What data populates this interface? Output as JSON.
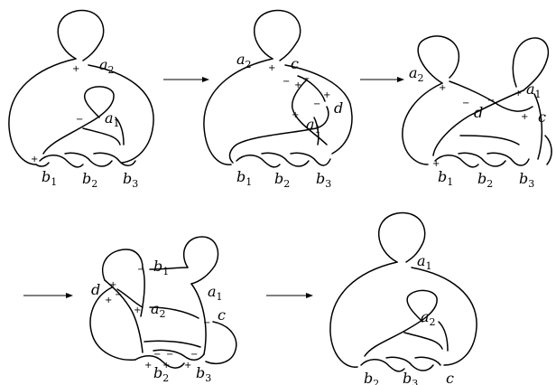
{
  "panels": [
    {
      "id": "p1",
      "labels": [
        {
          "base": "a",
          "sub": "2"
        },
        {
          "base": "a",
          "sub": "1"
        },
        {
          "base": "b",
          "sub": "1"
        },
        {
          "base": "b",
          "sub": "2"
        },
        {
          "base": "b",
          "sub": "3"
        }
      ],
      "signs": [
        "+",
        "-",
        "+"
      ]
    },
    {
      "id": "p2",
      "labels": [
        {
          "base": "a",
          "sub": "2"
        },
        {
          "base": "c",
          "sub": ""
        },
        {
          "base": "d",
          "sub": ""
        },
        {
          "base": "a",
          "sub": "1"
        },
        {
          "base": "b",
          "sub": "1"
        },
        {
          "base": "b",
          "sub": "2"
        },
        {
          "base": "b",
          "sub": "3"
        }
      ],
      "signs": [
        "+",
        "-",
        "+",
        "-",
        "+",
        "-",
        "+"
      ]
    },
    {
      "id": "p3",
      "labels": [
        {
          "base": "a",
          "sub": "2"
        },
        {
          "base": "a",
          "sub": "1"
        },
        {
          "base": "d",
          "sub": ""
        },
        {
          "base": "c",
          "sub": ""
        },
        {
          "base": "b",
          "sub": "1"
        },
        {
          "base": "b",
          "sub": "2"
        },
        {
          "base": "b",
          "sub": "3"
        }
      ],
      "signs": [
        "+",
        "-",
        "-",
        "+",
        "+",
        "+"
      ]
    },
    {
      "id": "p4",
      "labels": [
        {
          "base": "b",
          "sub": "1"
        },
        {
          "base": "d",
          "sub": ""
        },
        {
          "base": "a",
          "sub": "1"
        },
        {
          "base": "a",
          "sub": "2"
        },
        {
          "base": "c",
          "sub": ""
        },
        {
          "base": "b",
          "sub": "2"
        },
        {
          "base": "b",
          "sub": "3"
        }
      ],
      "signs": [
        "-",
        "+",
        "-",
        "+",
        "+",
        "-",
        "-",
        "-",
        "+",
        "+",
        "+"
      ]
    },
    {
      "id": "p5",
      "labels": [
        {
          "base": "a",
          "sub": "1"
        },
        {
          "base": "a",
          "sub": "2"
        },
        {
          "base": "b",
          "sub": "2"
        },
        {
          "base": "b",
          "sub": "3"
        },
        {
          "base": "c",
          "sub": ""
        }
      ],
      "signs": []
    }
  ],
  "arrows": 4
}
